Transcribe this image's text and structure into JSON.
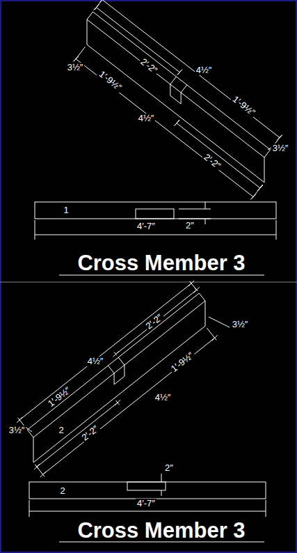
{
  "diagram": {
    "labels": [
      "2′-2″",
      "3½″",
      "1′-9½″",
      "4½″",
      "1′-9½″",
      "4½″",
      "2′-2″",
      "3½″",
      "1",
      "2″",
      "4′-7″",
      "Cross Member 3",
      "2′-2″",
      "3½″",
      "4½″",
      "1′-9½″",
      "1′-9½″",
      "4½″",
      "3½″",
      "2",
      "2′-2″",
      "2″",
      "2",
      "4′-7″",
      "Cross Member 3"
    ]
  }
}
